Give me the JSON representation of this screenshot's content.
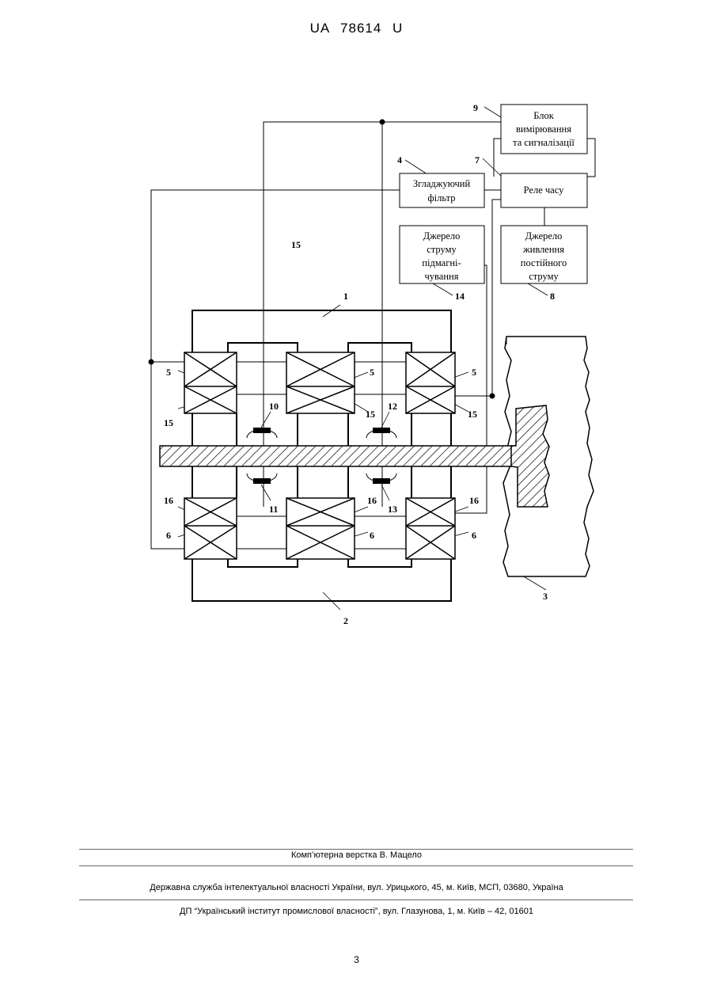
{
  "header": {
    "doc_id": "UA 78614 U"
  },
  "figure": {
    "blocks": {
      "measure": [
        "Блок",
        "вимірювання",
        "та сигналізації"
      ],
      "filter": [
        "Згладжуючий",
        "фільтр"
      ],
      "relay": [
        "Реле часу"
      ],
      "bias_source": [
        "Джерело",
        "струму",
        "підмагні-",
        "чування"
      ],
      "dc_source": [
        "Джерело",
        "живлення",
        "постійного",
        "струму"
      ]
    },
    "labels": {
      "n1": "1",
      "n2": "2",
      "n3": "3",
      "n4": "4",
      "n5": "5",
      "n6": "6",
      "n7": "7",
      "n8": "8",
      "n9": "9",
      "n10": "10",
      "n11": "11",
      "n12": "12",
      "n13": "13",
      "n14": "14",
      "n15": "15",
      "n16": "16"
    }
  },
  "footer": {
    "typeset": "Комп’ютерна верстка В. Мацело",
    "agency": "Державна служба інтелектуальної власності України, вул. Урицького, 45, м. Київ, МСП, 03680, Україна",
    "institute": "ДП “Український інститут промислової власності”, вул. Глазунова, 1, м. Київ – 42, 01601"
  },
  "page": {
    "number": "3"
  }
}
